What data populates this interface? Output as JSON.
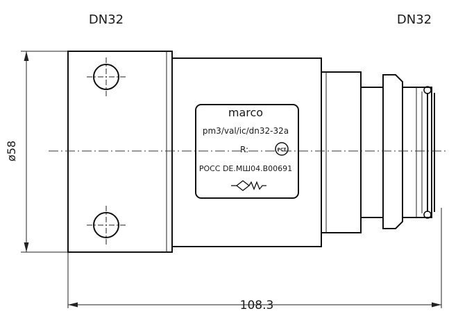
{
  "labels": {
    "left_port": "DN32",
    "right_port": "DN32",
    "diameter": "ø58",
    "length": "108.3"
  },
  "nameplate": {
    "brand": "marco",
    "model": "pm3/val/ic/dn32-32a",
    "reg_prefix": "R:",
    "cert": "РОСС DE.МШ04.В00691",
    "cert_mark": "PCT"
  }
}
